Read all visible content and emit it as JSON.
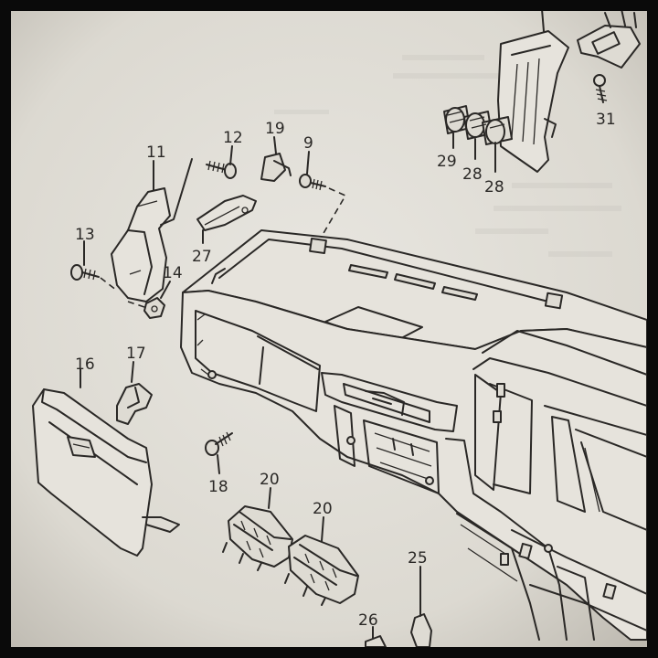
{
  "labels": {
    "p9": "9",
    "p11": "11",
    "p12": "12",
    "p13": "13",
    "p14": "14",
    "p16": "16",
    "p17": "17",
    "p18": "18",
    "p19": "19",
    "p20a": "20",
    "p20b": "20",
    "p25": "25",
    "p26": "26",
    "p27": "27",
    "p28a": "28",
    "p28b": "28",
    "p29": "29",
    "p31": "31"
  },
  "colors": {
    "paper": "#e6e3dc",
    "ink": "#2a2826",
    "border": "#0a0a0a"
  }
}
